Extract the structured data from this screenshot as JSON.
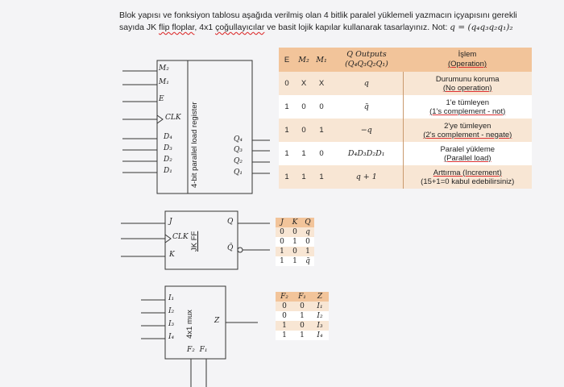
{
  "question": {
    "line1": "Blok yapısı ve fonksiyon tablosu aşağıda verilmiş olan 4 bitlik paralel yüklemeli yazmacın içyapısını gerekli",
    "line2_pre": "sayıda JK ",
    "line2_wavy1": "flip floplar",
    "line2_mid": ", 4x1 ",
    "line2_wavy2": "çoğullayıcılar",
    "line2_post": " ve basit lojik kapılar kullanarak tasarlayınız. Not: ",
    "note_formula": "q = (q₄q₃q₂q₁)₂"
  },
  "register": {
    "title": "4-bit parallel load register",
    "inputs": [
      "M₂",
      "M₁",
      "E",
      "CLK",
      "D₄",
      "D₃",
      "D₂",
      "D₁"
    ],
    "outputs": [
      "Q₄",
      "Q₃",
      "Q₂",
      "Q₁"
    ]
  },
  "jk_ff": {
    "title": "JK FF",
    "pins": {
      "j": "J",
      "clk": "CLK",
      "k": "K",
      "q": "Q",
      "qbar": "Q̄"
    }
  },
  "mux": {
    "title": "4x1 mux",
    "inputs": [
      "I₁",
      "I₂",
      "I₃",
      "I₄"
    ],
    "output": "Z",
    "selects": "F₂  F₁"
  },
  "op_table": {
    "headers": {
      "e": "E",
      "m2": "M₂",
      "m1": "M₁",
      "outputs_title": "Q Outputs",
      "outputs_sub": "(Q₄Q₃Q₂Q₁)",
      "op_title": "İşlem",
      "op_sub": "(Operation)"
    },
    "rows": [
      {
        "e": "0",
        "m2": "X",
        "m1": "X",
        "q": "q",
        "op1": "Durumunu koruma",
        "op2": "(No operation)"
      },
      {
        "e": "1",
        "m2": "0",
        "m1": "0",
        "q": "q̄",
        "op1": "1'e tümleyen",
        "op2": "(1's complement - not)"
      },
      {
        "e": "1",
        "m2": "0",
        "m1": "1",
        "q": "−q",
        "op1": "2'ye tümleyen",
        "op2": "(2's complement - negate)"
      },
      {
        "e": "1",
        "m2": "1",
        "m1": "0",
        "q": "D₄D₃D₂D₁",
        "op1": "Paralel yükleme",
        "op2": "(Parallel load)"
      },
      {
        "e": "1",
        "m2": "1",
        "m1": "1",
        "q": "q + 1",
        "op1": "Arttırma (Increment)",
        "op2": "(15+1=0 kabul edebilirsiniz)"
      }
    ]
  },
  "jk_table": {
    "headers": [
      "J",
      "K",
      "Q"
    ],
    "rows": [
      [
        "0",
        "0",
        "q"
      ],
      [
        "0",
        "1",
        "0"
      ],
      [
        "1",
        "0",
        "1"
      ],
      [
        "1",
        "1",
        "q̄"
      ]
    ]
  },
  "mux_table": {
    "headers": [
      "F₂",
      "F₁",
      "Z"
    ],
    "rows": [
      [
        "0",
        "0",
        "I₁"
      ],
      [
        "0",
        "1",
        "I₂"
      ],
      [
        "1",
        "0",
        "I₃"
      ],
      [
        "1",
        "1",
        "I₄"
      ]
    ]
  }
}
